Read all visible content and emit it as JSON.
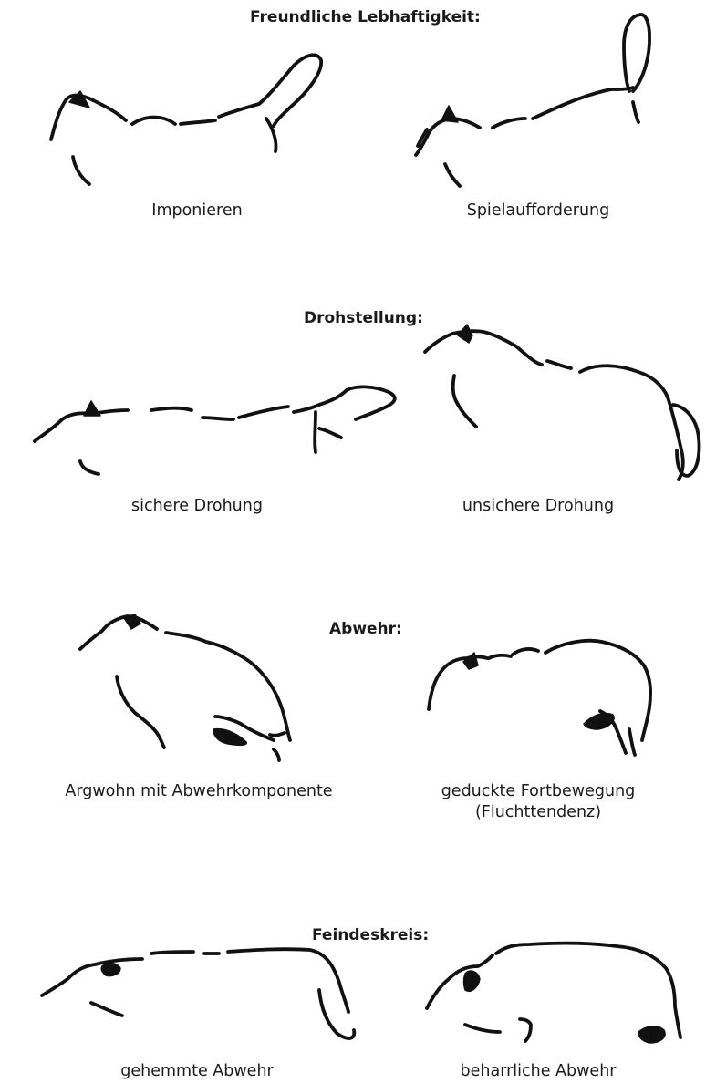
{
  "sections": [
    {
      "heading": "Freundliche Lebhaftigkeit:",
      "figures": [
        {
          "caption": "Imponieren"
        },
        {
          "caption": "Spielaufforderung"
        }
      ]
    },
    {
      "heading": "Drohstellung:",
      "figures": [
        {
          "caption": "sichere Drohung"
        },
        {
          "caption": "unsichere Drohung"
        }
      ]
    },
    {
      "heading": "Abwehr:",
      "figures": [
        {
          "caption": "Argwohn mit Abwehrkomponente"
        },
        {
          "caption": "geduckte Fortbewegung",
          "caption2": "(Fluchttendenz)"
        }
      ]
    },
    {
      "heading": "Feindeskreis:",
      "figures": [
        {
          "caption": "gehemmte Abwehr"
        },
        {
          "caption": "beharrliche Abwehr"
        }
      ]
    }
  ]
}
